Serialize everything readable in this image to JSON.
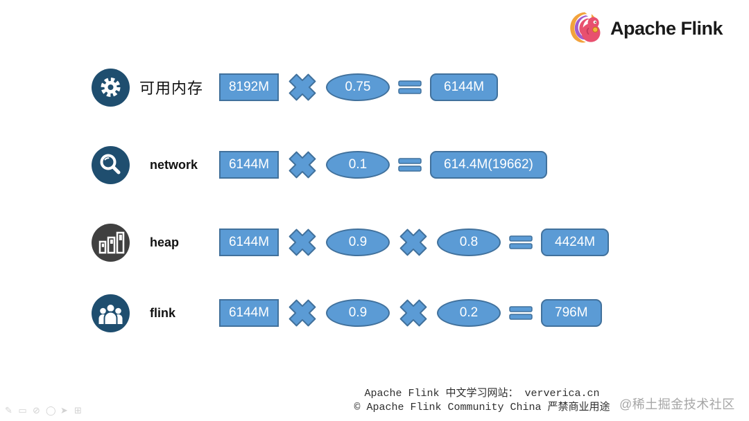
{
  "header": {
    "brand": "Apache Flink",
    "logo": "flink-squirrel-logo"
  },
  "rows": [
    {
      "icon": "gear-icon",
      "label": "可用内存",
      "input": "8192M",
      "factors": [
        "0.75"
      ],
      "result": "6144M"
    },
    {
      "icon": "magnifier-icon",
      "label": "network",
      "input": "6144M",
      "factors": [
        "0.1"
      ],
      "result": "614.4M(19662)"
    },
    {
      "icon": "bar-chart-icon",
      "label": "heap",
      "input": "6144M",
      "factors": [
        "0.9",
        "0.8"
      ],
      "result": "4424M"
    },
    {
      "icon": "people-icon",
      "label": "flink",
      "input": "6144M",
      "factors": [
        "0.9",
        "0.2"
      ],
      "result": "796M"
    }
  ],
  "operators": {
    "multiply": "×",
    "equals": "="
  },
  "footer": {
    "line1": "Apache Flink 中文学习网站： ververica.cn",
    "line2": "© Apache Flink Community China  严禁商业用途",
    "watermark": "@稀土掘金技术社区"
  },
  "toolbar": {
    "tools": [
      "pen",
      "highlighter",
      "loop",
      "oval",
      "cursor",
      "screen"
    ]
  },
  "colors": {
    "shape_fill": "#5B9BD5",
    "shape_border": "#41719C",
    "icon_navy": "#1F4E6F",
    "icon_gray": "#404040",
    "text_on_shape": "#FFFFFF"
  }
}
